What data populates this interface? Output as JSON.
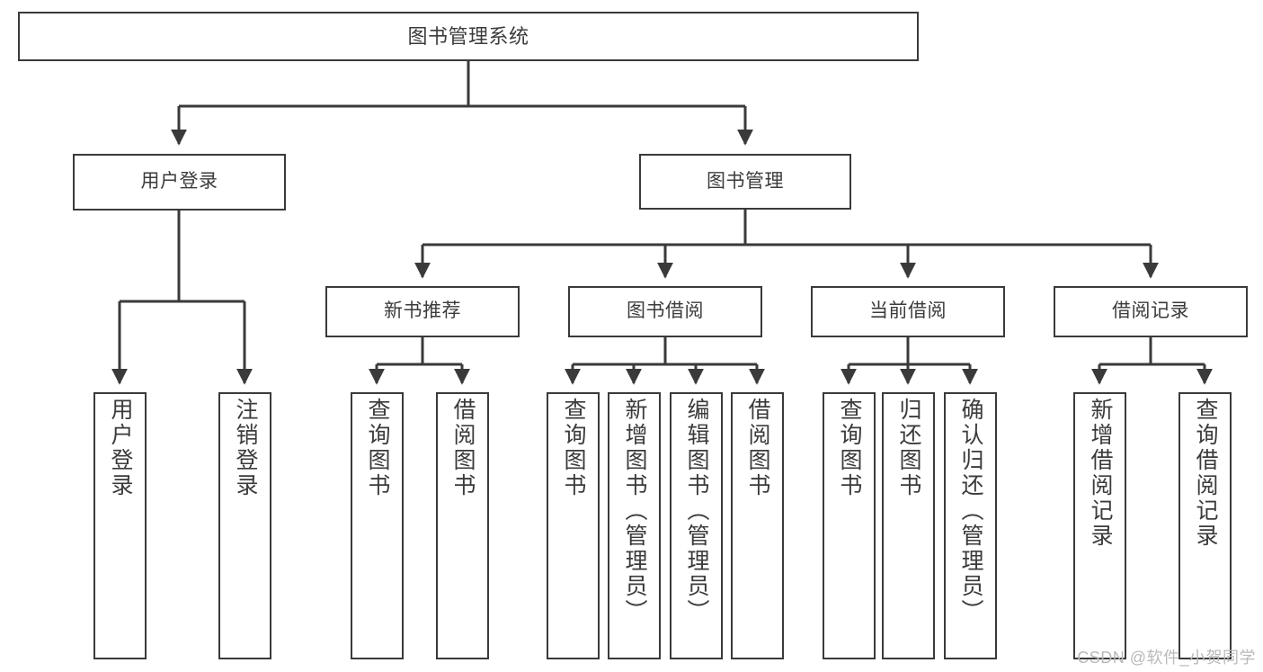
{
  "diagram": {
    "type": "tree",
    "title": "图书管理系统",
    "colors": {
      "stroke": "#3a3a3a",
      "text": "#3b3b3b",
      "background": "#ffffff",
      "watermark": "#b9b9b9"
    },
    "nodes": {
      "root": {
        "label": "图书管理系统"
      },
      "level2": [
        {
          "id": "user-login",
          "label": "用户登录"
        },
        {
          "id": "book-manage",
          "label": "图书管理"
        }
      ],
      "level3": [
        {
          "id": "new-book-recommend",
          "label": "新书推荐"
        },
        {
          "id": "book-borrow",
          "label": "图书借阅"
        },
        {
          "id": "current-borrow",
          "label": "当前借阅"
        },
        {
          "id": "borrow-record",
          "label": "借阅记录"
        }
      ],
      "leaves": {
        "user-login": [
          {
            "id": "leaf-user-login",
            "label": "用户登录"
          },
          {
            "id": "leaf-logout",
            "label": "注销登录"
          }
        ],
        "new-book-recommend": [
          {
            "id": "leaf-query-book-1",
            "label": "查询图书"
          },
          {
            "id": "leaf-borrow-book-1",
            "label": "借阅图书"
          }
        ],
        "book-borrow": [
          {
            "id": "leaf-query-book-2",
            "label": "查询图书"
          },
          {
            "id": "leaf-add-book",
            "label": "新增图书（管理员）"
          },
          {
            "id": "leaf-edit-book",
            "label": "编辑图书（管理员）"
          },
          {
            "id": "leaf-borrow-book-2",
            "label": "借阅图书"
          }
        ],
        "current-borrow": [
          {
            "id": "leaf-query-book-3",
            "label": "查询图书"
          },
          {
            "id": "leaf-return-book",
            "label": "归还图书"
          },
          {
            "id": "leaf-confirm-return",
            "label": "确认归还（管理员）"
          }
        ],
        "borrow-record": [
          {
            "id": "leaf-add-record",
            "label": "新增借阅记录"
          },
          {
            "id": "leaf-query-record",
            "label": "查询借阅记录"
          }
        ]
      }
    },
    "watermark": "CSDN @软件_小贺同学"
  }
}
